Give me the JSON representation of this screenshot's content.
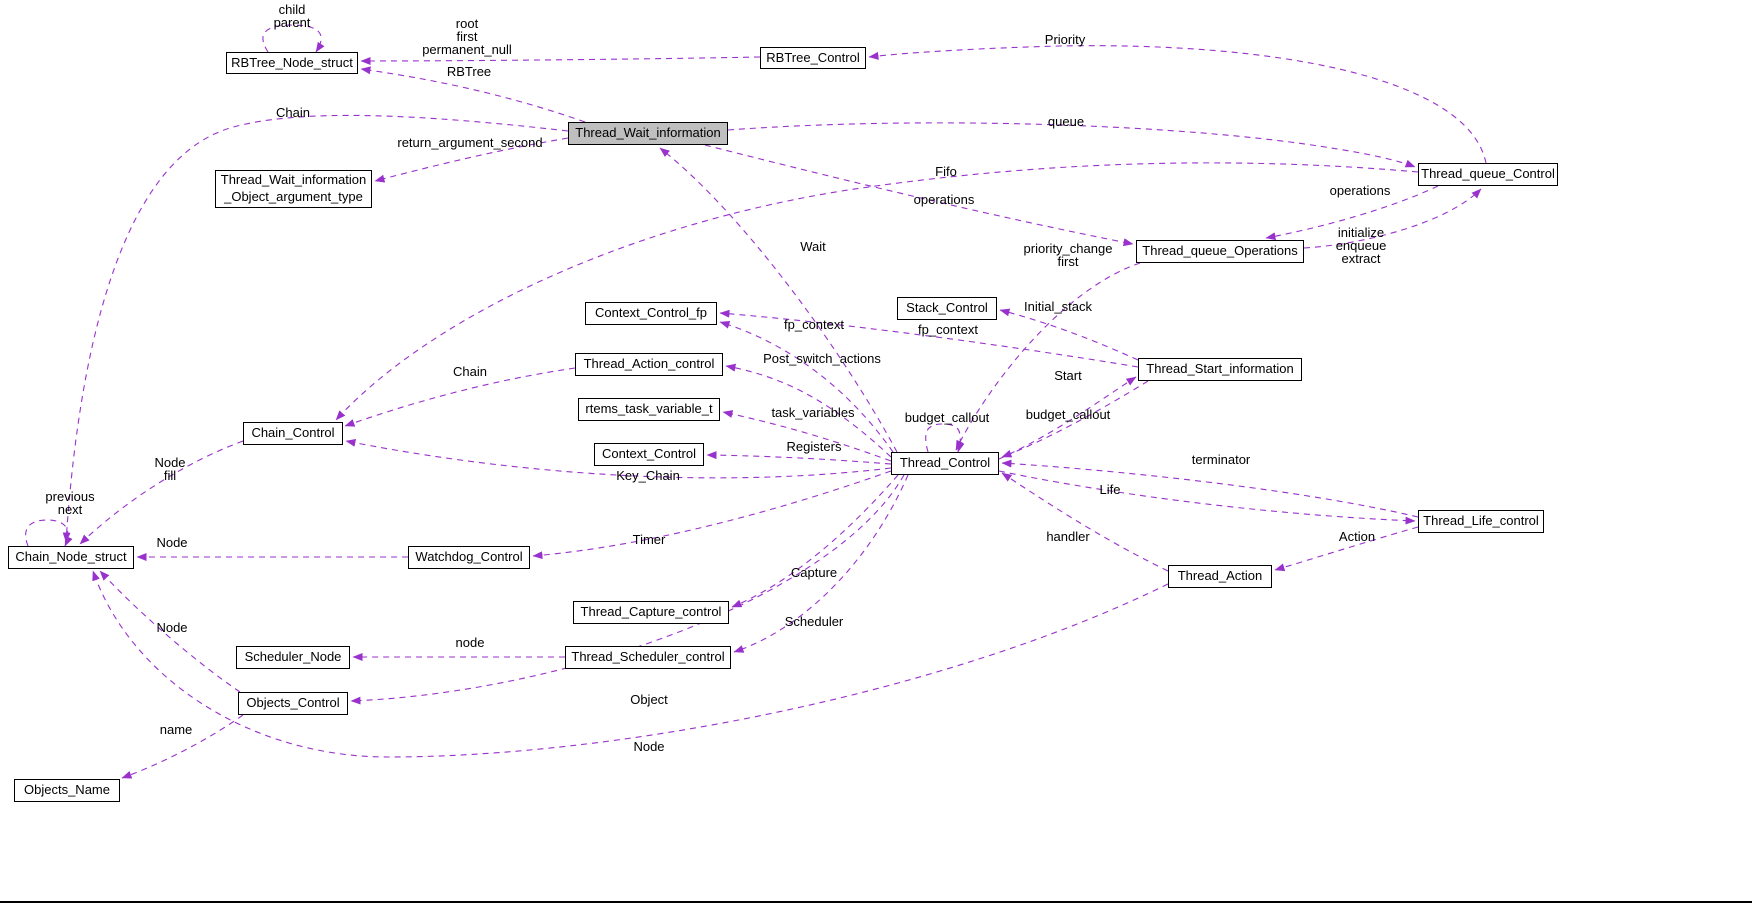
{
  "colors": {
    "edge": "#9932cc",
    "focal_node_bg": "#bfbfbf",
    "node_border": "#000000",
    "background": "#ffffff"
  },
  "nodes": [
    {
      "id": "rbtree_node_struct",
      "label": "RBTree_Node_struct"
    },
    {
      "id": "rbtree_control",
      "label": "RBTree_Control"
    },
    {
      "id": "thread_wait_information",
      "label": "Thread_Wait_information"
    },
    {
      "id": "thread_wait_information_object_argument_type",
      "label": "Thread_Wait_information\n_Object_argument_type"
    },
    {
      "id": "thread_queue_control",
      "label": "Thread_queue_Control"
    },
    {
      "id": "thread_queue_operations",
      "label": "Thread_queue_Operations"
    },
    {
      "id": "stack_control",
      "label": "Stack_Control"
    },
    {
      "id": "context_control_fp",
      "label": "Context_Control_fp"
    },
    {
      "id": "thread_start_information",
      "label": "Thread_Start_information"
    },
    {
      "id": "thread_action_control",
      "label": "Thread_Action_control"
    },
    {
      "id": "rtems_task_variable_t",
      "label": "rtems_task_variable_t"
    },
    {
      "id": "chain_control",
      "label": "Chain_Control"
    },
    {
      "id": "context_control",
      "label": "Context_Control"
    },
    {
      "id": "thread_control",
      "label": "Thread_Control"
    },
    {
      "id": "thread_life_control",
      "label": "Thread_Life_control"
    },
    {
      "id": "chain_node_struct",
      "label": "Chain_Node_struct"
    },
    {
      "id": "watchdog_control",
      "label": "Watchdog_Control"
    },
    {
      "id": "thread_action",
      "label": "Thread_Action"
    },
    {
      "id": "thread_capture_control",
      "label": "Thread_Capture_control"
    },
    {
      "id": "scheduler_node",
      "label": "Scheduler_Node"
    },
    {
      "id": "thread_scheduler_control",
      "label": "Thread_Scheduler_control"
    },
    {
      "id": "objects_control",
      "label": "Objects_Control"
    },
    {
      "id": "objects_name",
      "label": "Objects_Name"
    }
  ],
  "edges": [
    {
      "from": "RBTree_Node_struct",
      "to": "RBTree_Node_struct",
      "label": "child\nparent"
    },
    {
      "from": "RBTree_Control",
      "to": "RBTree_Node_struct",
      "label": "root\nfirst\npermanent_null"
    },
    {
      "from": "Thread_queue_Control",
      "to": "RBTree_Control",
      "label": "Priority"
    },
    {
      "from": "Thread_Wait_information",
      "to": "RBTree_Node_struct",
      "label": "RBTree"
    },
    {
      "from": "Thread_Wait_information",
      "to": "Chain_Node_struct",
      "label": "Chain"
    },
    {
      "from": "Thread_Wait_information",
      "to": "Thread_queue_Control",
      "label": "queue"
    },
    {
      "from": "Thread_Wait_information",
      "to": "Thread_Wait_information_Object_argument_type",
      "label": "return_argument_second"
    },
    {
      "from": "Thread_queue_Control",
      "to": "Chain_Control",
      "label": "Fifo"
    },
    {
      "from": "Thread_Wait_information",
      "to": "Thread_queue_Operations",
      "label": "operations"
    },
    {
      "from": "Thread_queue_Control",
      "to": "Thread_queue_Operations",
      "label": "operations"
    },
    {
      "from": "Thread_queue_Operations",
      "to": "Thread_queue_Control",
      "label": "initialize\nenqueue\nextract"
    },
    {
      "from": "Thread_queue_Operations",
      "to": "Thread_Control",
      "label": "priority_change\nfirst"
    },
    {
      "from": "Thread_Control",
      "to": "Thread_Wait_information",
      "label": "Wait"
    },
    {
      "from": "Thread_Control",
      "to": "Context_Control_fp",
      "label": "fp_context"
    },
    {
      "from": "Thread_Start_information",
      "to": "Context_Control_fp",
      "label": "fp_context"
    },
    {
      "from": "Thread_Start_information",
      "to": "Stack_Control",
      "label": "Initial_stack"
    },
    {
      "from": "Thread_Control",
      "to": "Thread_Action_control",
      "label": "Post_switch_actions"
    },
    {
      "from": "Thread_Control",
      "to": "Thread_Start_information",
      "label": "Start"
    },
    {
      "from": "Thread_Action_control",
      "to": "Chain_Control",
      "label": "Chain"
    },
    {
      "from": "Thread_Control",
      "to": "rtems_task_variable_t",
      "label": "task_variables"
    },
    {
      "from": "Thread_Control",
      "to": "Thread_Control",
      "label": "budget_callout"
    },
    {
      "from": "Thread_Start_information",
      "to": "Thread_Control",
      "label": "budget_callout"
    },
    {
      "from": "Thread_Control",
      "to": "Context_Control",
      "label": "Registers"
    },
    {
      "from": "Thread_Control",
      "to": "Chain_Control",
      "label": "Key_Chain"
    },
    {
      "from": "Thread_Life_control",
      "to": "Thread_Control",
      "label": "terminator"
    },
    {
      "from": "Thread_Control",
      "to": "Thread_Life_control",
      "label": "Life"
    },
    {
      "from": "Chain_Control",
      "to": "Chain_Node_struct",
      "label": "Node\nfill"
    },
    {
      "from": "Chain_Node_struct",
      "to": "Chain_Node_struct",
      "label": "previous\nnext"
    },
    {
      "from": "Thread_Control",
      "to": "Watchdog_Control",
      "label": "Timer"
    },
    {
      "from": "Thread_Action",
      "to": "Thread_Control",
      "label": "handler"
    },
    {
      "from": "Thread_Life_control",
      "to": "Thread_Action",
      "label": "Action"
    },
    {
      "from": "Watchdog_Control",
      "to": "Chain_Node_struct",
      "label": "Node"
    },
    {
      "from": "Thread_Control",
      "to": "Thread_Capture_control",
      "label": "Capture"
    },
    {
      "from": "Thread_Control",
      "to": "Thread_Scheduler_control",
      "label": "Scheduler"
    },
    {
      "from": "Thread_Scheduler_control",
      "to": "Scheduler_Node",
      "label": "node"
    },
    {
      "from": "Objects_Control",
      "to": "Chain_Node_struct",
      "label": "Node"
    },
    {
      "from": "Thread_Control",
      "to": "Objects_Control",
      "label": "Object"
    },
    {
      "from": "Objects_Control",
      "to": "Objects_Name",
      "label": "name"
    },
    {
      "from": "Thread_Action",
      "to": "Chain_Node_struct",
      "label": "Node"
    }
  ]
}
